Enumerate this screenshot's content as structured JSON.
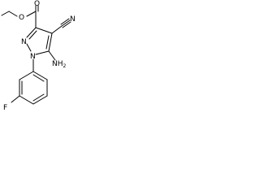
{
  "molecule": {
    "atoms": {
      "ester_o_ether": "O",
      "ester_o_carbonyl": "O",
      "pyrazole_n2": "N",
      "pyrazole_n1": "N",
      "amino": "NH",
      "amino_h_count": "2",
      "nitrile_n": "N",
      "fluorine": "F"
    }
  }
}
